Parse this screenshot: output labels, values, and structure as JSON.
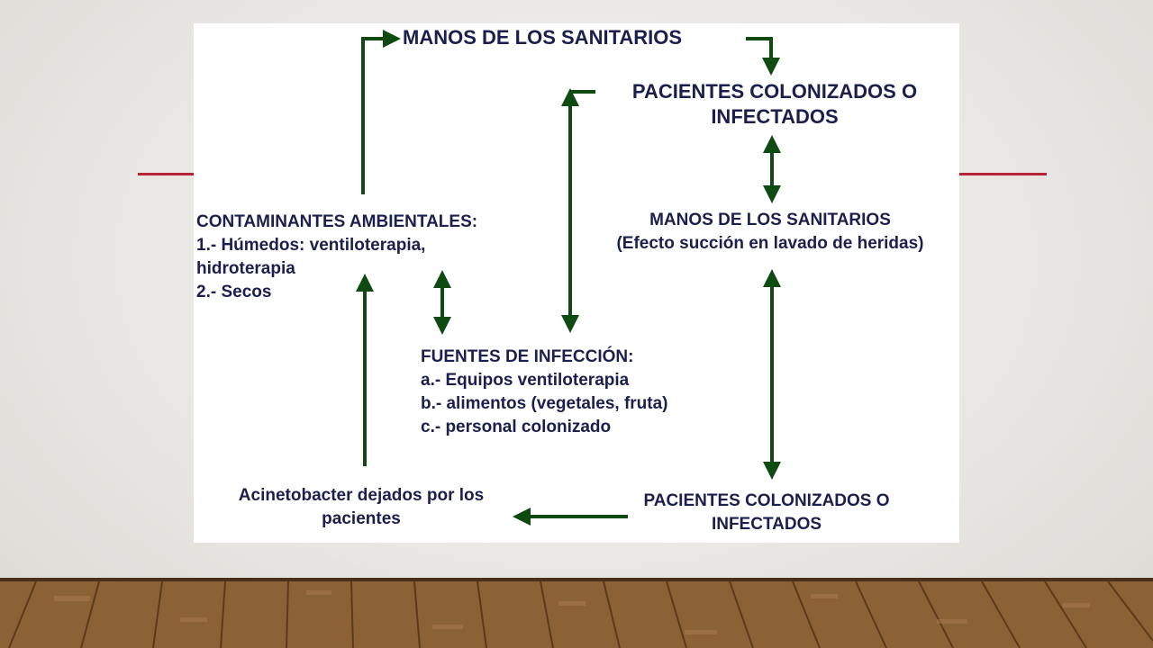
{
  "diagram": {
    "nodes": {
      "manos_top": {
        "text": "MANOS DE LOS SANITARIOS"
      },
      "pacientes_top": {
        "line1": "PACIENTES COLONIZADOS O",
        "line2": "INFECTADOS"
      },
      "manos_mid": {
        "line1": "MANOS DE LOS SANITARIOS",
        "line2": "(Efecto succión en lavado de heridas)"
      },
      "contaminantes": {
        "title": "CONTAMINANTES AMBIENTALES:",
        "line1": "1.- Húmedos: ventiloterapia,",
        "line2": "hidroterapia",
        "line3": "2.- Secos"
      },
      "fuentes": {
        "title": "FUENTES DE INFECCIÓN:",
        "line1": "a.- Equipos ventiloterapia",
        "line2": "b.- alimentos (vegetales, fruta)",
        "line3": "c.- personal colonizado"
      },
      "acinetobacter": {
        "line1": "Acinetobacter dejados por los",
        "line2": "pacientes"
      },
      "pacientes_bottom": {
        "line1": "PACIENTES COLONIZADOS O",
        "line2": "INFECTADOS"
      }
    },
    "colors": {
      "arrow": "#0f4a12",
      "text": "#1b1f4d",
      "accent_rule": "#b8233a",
      "panel": "#ffffff"
    }
  }
}
